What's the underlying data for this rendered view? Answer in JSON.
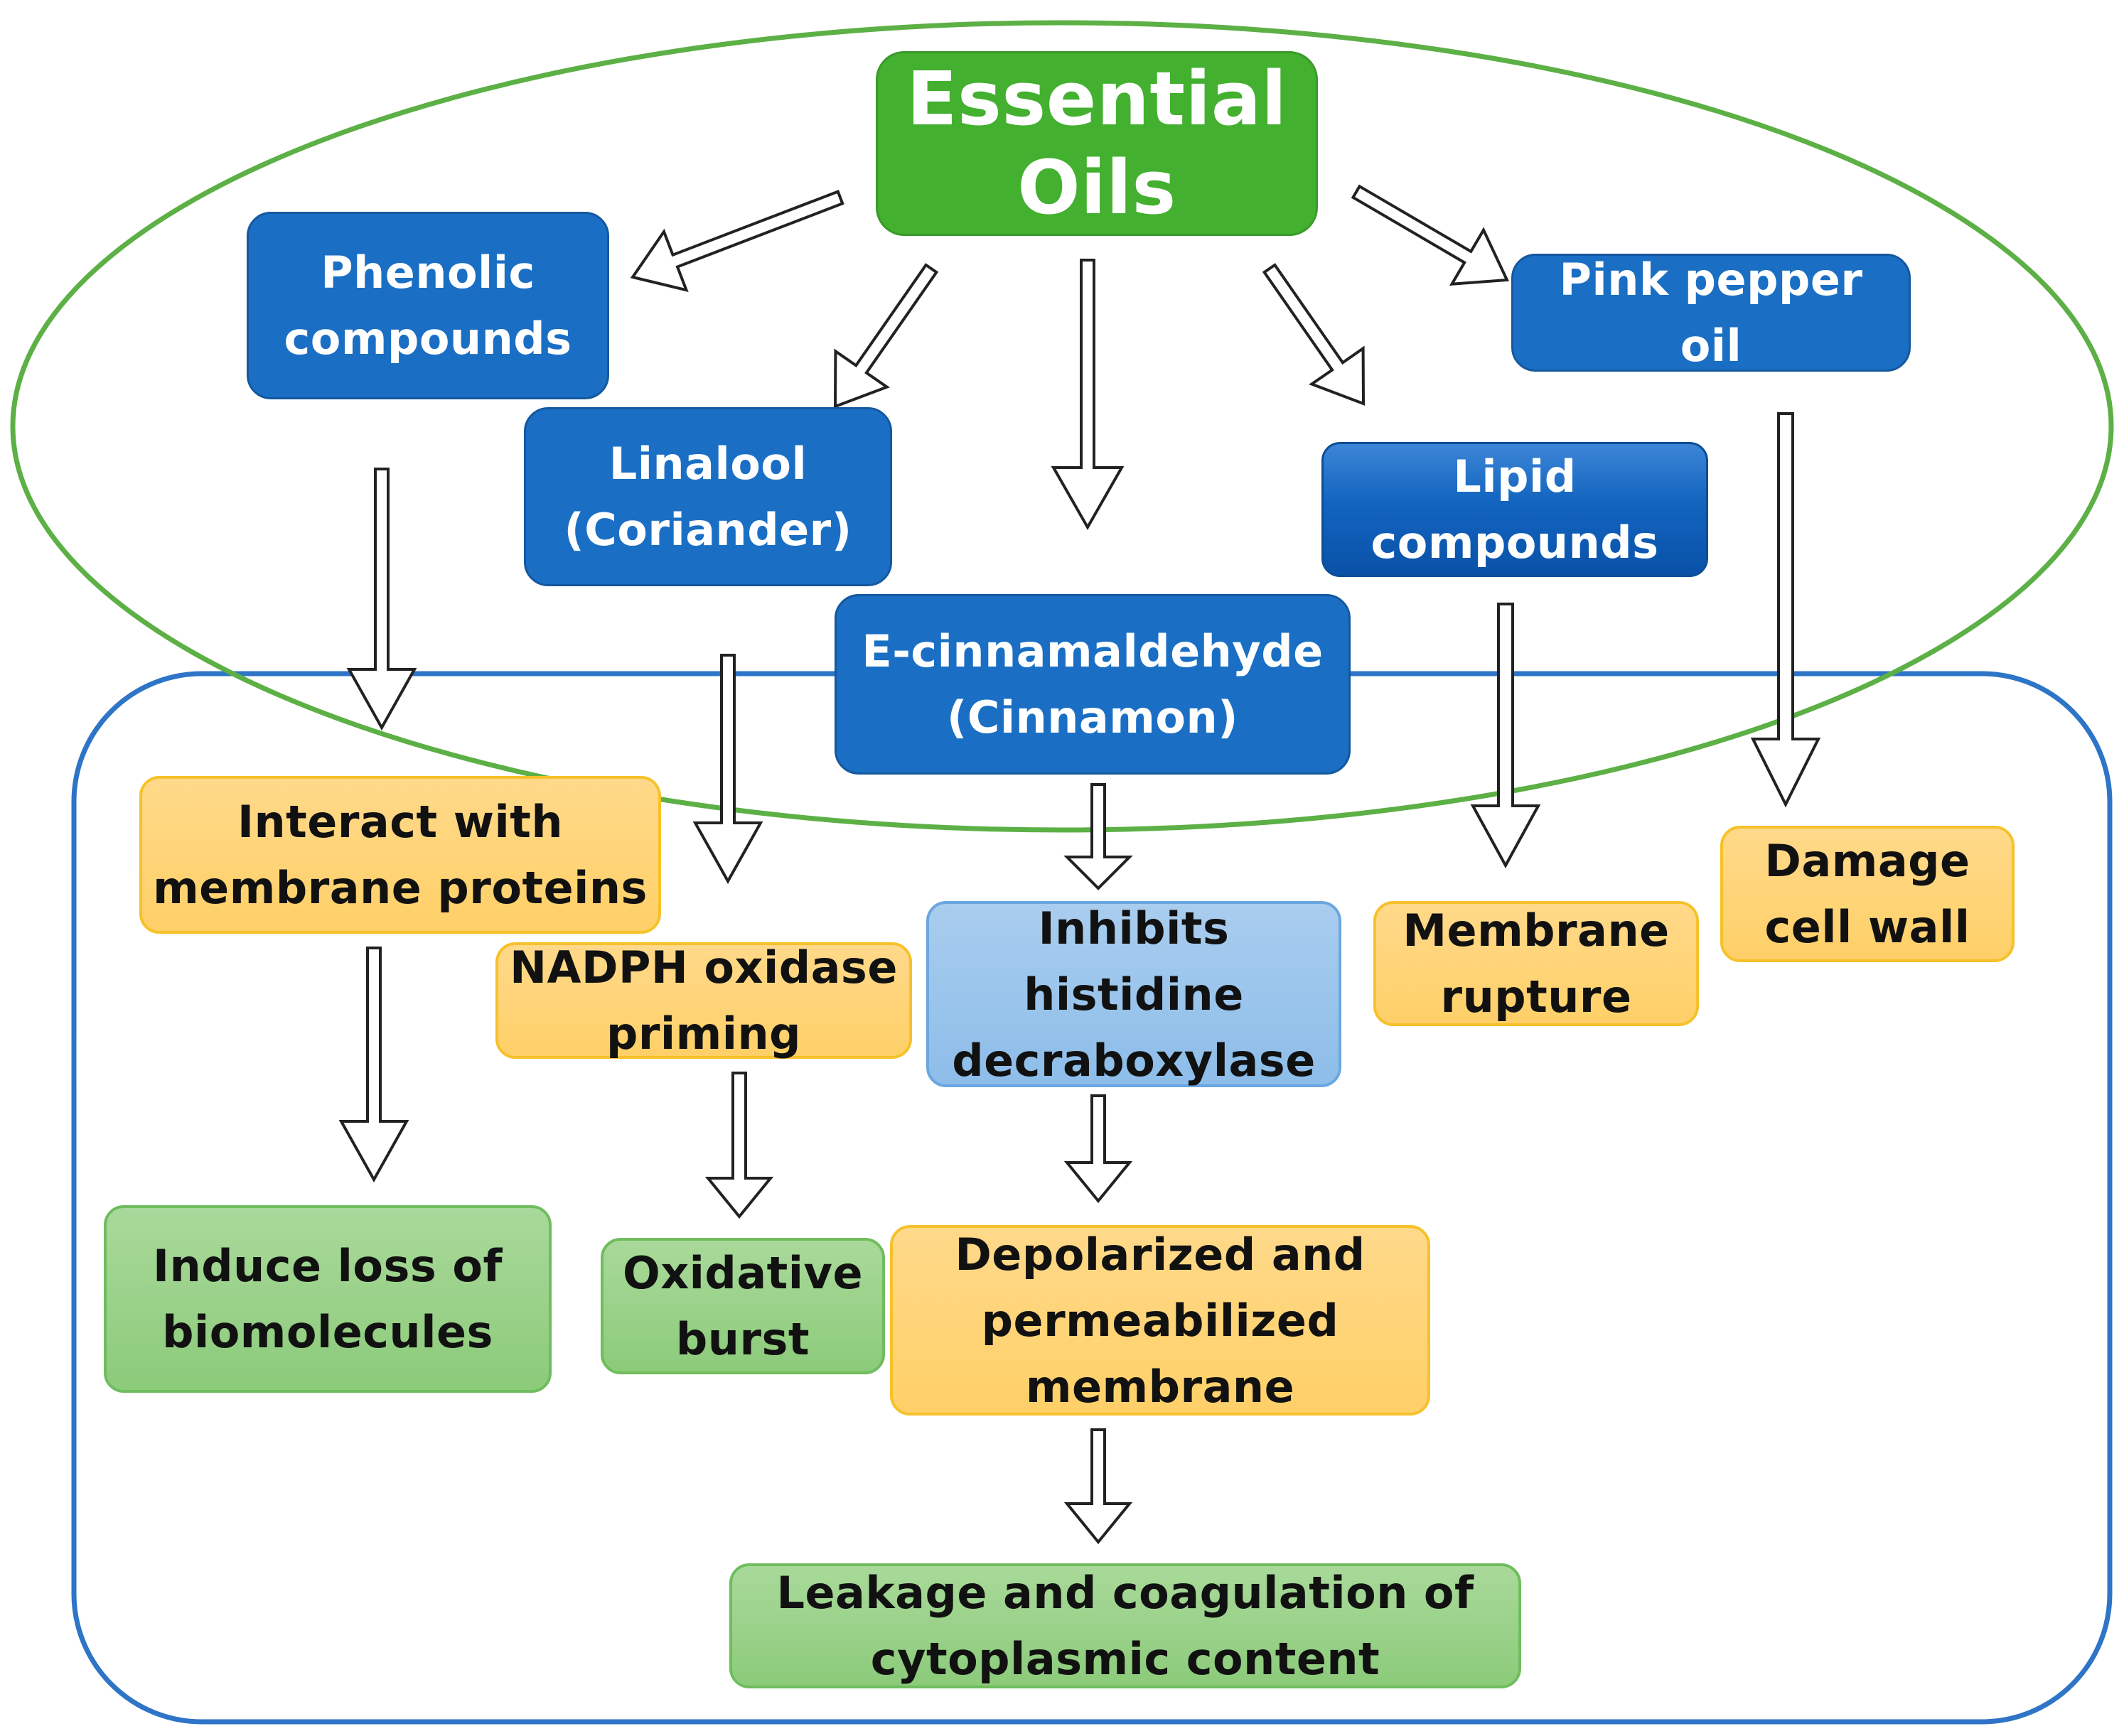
{
  "nodes": {
    "essential_oils": [
      "Essential",
      "Oils"
    ],
    "phenolic": [
      "Phenolic",
      "compounds"
    ],
    "linalool": [
      "Linalool",
      "(Coriander)"
    ],
    "cinnamaldehyde": [
      "E-cinnamaldehyde",
      "(Cinnamon)"
    ],
    "lipid": [
      "Lipid",
      "compounds"
    ],
    "pink_pepper": [
      "Pink pepper",
      "oil"
    ],
    "interact": [
      "Interact with",
      "membrane proteins"
    ],
    "nadph": [
      "NADPH oxidase",
      "priming"
    ],
    "inhibits": [
      "Inhibits",
      "histidine",
      "decraboxylase"
    ],
    "membrane_rupture": [
      "Membrane",
      "rupture"
    ],
    "damage": [
      "Damage",
      "cell wall"
    ],
    "loss": [
      "Induce loss of",
      "biomolecules"
    ],
    "oxidative": [
      "Oxidative",
      "burst"
    ],
    "depolarized": [
      "Depolarized and",
      "permeabilized",
      "membrane"
    ],
    "leakage": [
      "Leakage and coagulation of",
      "cytoplasmic content"
    ]
  },
  "colors": {
    "ellipse_outline": "#5cb045",
    "cell_outline": "#2e74c7",
    "blue_box": "#1a6fc4",
    "top_box": "#43b02f",
    "orange_box": "#ffd27a",
    "green_box": "#96cf85",
    "light_blue_box": "#9bc5eb",
    "arrow_outline": "#222222"
  }
}
